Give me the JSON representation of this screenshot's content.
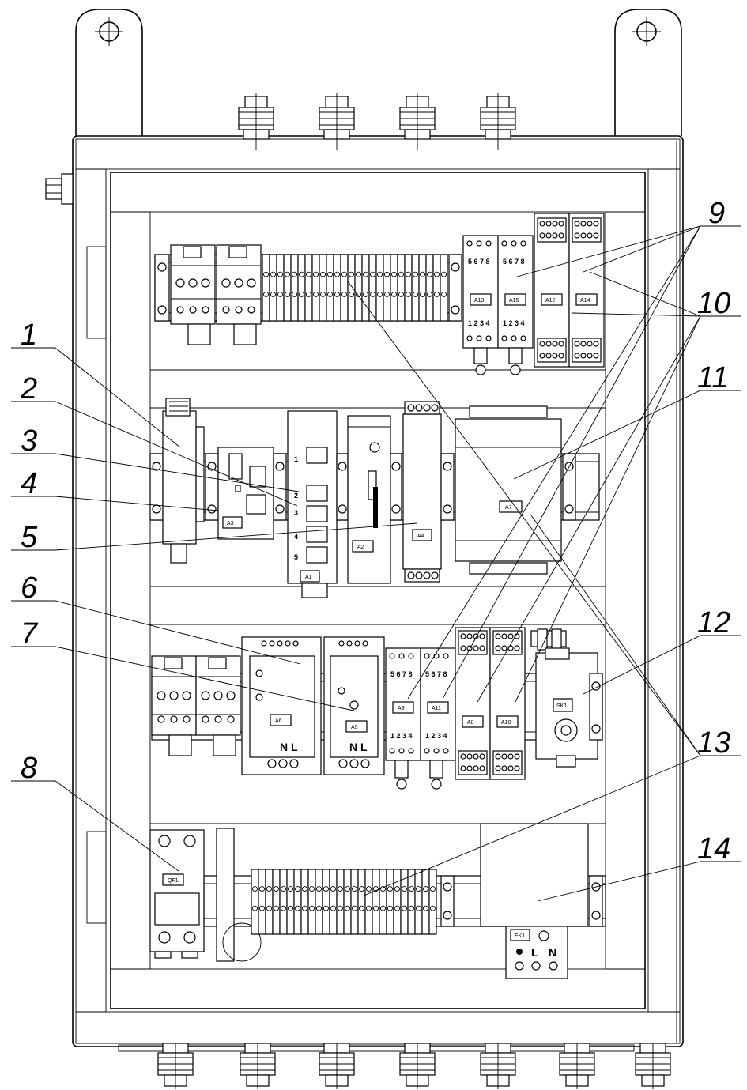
{
  "callouts": [
    "1",
    "2",
    "3",
    "4",
    "5",
    "6",
    "7",
    "8",
    "9",
    "10",
    "11",
    "12",
    "13",
    "14"
  ],
  "tags": {
    "a13": "A13",
    "a15": "A15",
    "a12": "A12",
    "a14": "A14",
    "a3": "A3",
    "a1": "A1",
    "a2": "A2",
    "a4": "A4",
    "a7": "A7",
    "a6": "A6",
    "a5": "A5",
    "a9": "A9",
    "a11": "A11",
    "a8": "A8",
    "a10": "A10",
    "sk1": "SK1",
    "qf1": "QF1",
    "ek1": "EK1"
  },
  "relay_top_digits": "5 6 7 8",
  "relay_bottom_digits": "1 2 3 4",
  "switch_ports": [
    "1",
    "2",
    "3",
    "4",
    "5"
  ],
  "psu_output_label": "N L",
  "heater_terminals": [
    "L",
    "N"
  ]
}
